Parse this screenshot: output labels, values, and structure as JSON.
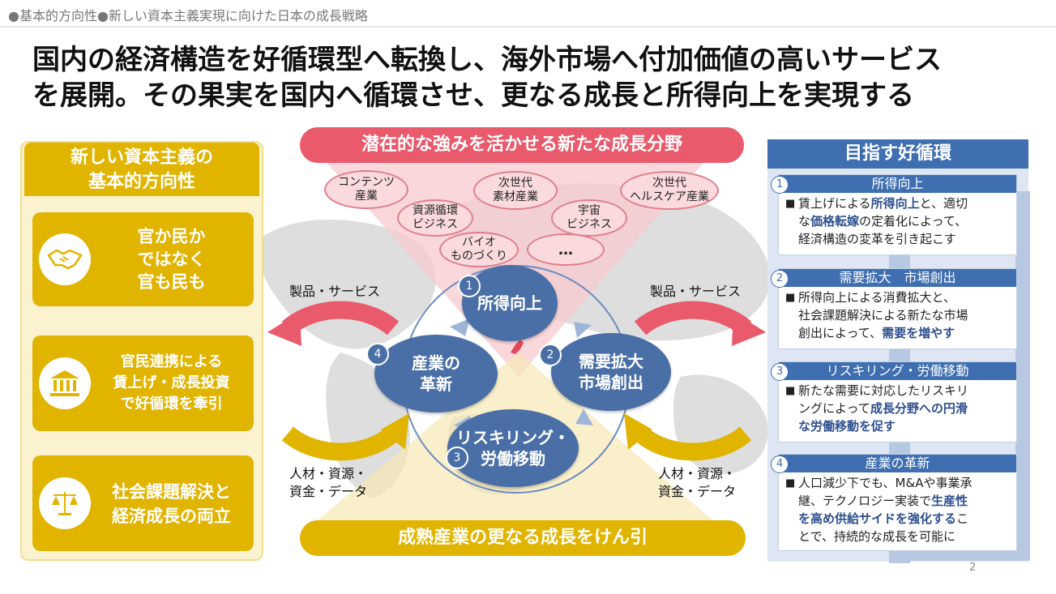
{
  "breadcrumb": "●基本的方向性●新しい資本主義実現に向けた日本の成長戦略",
  "headline": {
    "line1": "国内の経済構造を好循環型へ転換し、海外市場へ付加価値の高いサービス",
    "line2": "を展開。その果実を国内へ循環させ、更なる成長と所得向上を実現する"
  },
  "left": {
    "title_line1": "新しい資本主義の",
    "title_line2": "基本的方向性",
    "cards": [
      {
        "icon": "handshake-icon",
        "lines": [
          "官か民か",
          "ではなく",
          "官も民も"
        ]
      },
      {
        "icon": "bank-building-icon",
        "lines": [
          "官民連携による",
          "賃上げ・成長投資",
          "で好循環を牽引"
        ]
      },
      {
        "icon": "scales-icon",
        "lines": [
          "社会課題解決と",
          "経済成長の両立"
        ]
      }
    ]
  },
  "center": {
    "top_banner": "潜在的な強みを活かせる新たな成長分野",
    "bottom_banner": "成熟産業の更なる成長をけん引",
    "bubbles": [
      {
        "lines": [
          "コンテンツ",
          "産業"
        ]
      },
      {
        "lines": [
          "次世代",
          "素材産業"
        ]
      },
      {
        "lines": [
          "次世代",
          "ヘルスケア産業"
        ]
      },
      {
        "lines": [
          "資源循環",
          "ビジネス"
        ]
      },
      {
        "lines": [
          "宇宙",
          "ビジネス"
        ]
      },
      {
        "lines": [
          "バイオ",
          "ものづくり"
        ]
      },
      {
        "lines": [
          "…"
        ]
      }
    ],
    "nodes": [
      {
        "num": "1",
        "lines": [
          "所得向上"
        ]
      },
      {
        "num": "2",
        "lines": [
          "需要拡大",
          "市場創出"
        ]
      },
      {
        "num": "3",
        "lines": [
          "リスキリング・",
          "労働移動"
        ]
      },
      {
        "num": "4",
        "lines": [
          "産業の",
          "革新"
        ]
      }
    ],
    "left_top_label": "製品・サービス",
    "right_top_label": "製品・サービス",
    "left_bottom_label": [
      "人材・資源・",
      "資金・データ"
    ],
    "right_bottom_label": [
      "人材・資源・",
      "資金・データ"
    ],
    "colors": {
      "pink": "#e85a6c",
      "gold": "#e1b400",
      "blue": "#4a6fa6"
    }
  },
  "right": {
    "title": "目指す好循環",
    "sections": [
      {
        "num": "1",
        "title": "所得向上",
        "lines": [
          [
            "賃上げによる",
            {
              "em": "所得向上"
            },
            "と、適切"
          ],
          [
            "な",
            {
              "em": "価格転嫁"
            },
            "の定着化によって、"
          ],
          [
            "経済構造の変革を引き起こす"
          ]
        ]
      },
      {
        "num": "2",
        "title": "需要拡大　市場創出",
        "lines": [
          [
            "所得向上による消費拡大と、"
          ],
          [
            "社会課題解決による新たな市場"
          ],
          [
            "創出によって、",
            {
              "em": "需要を増やす"
            }
          ]
        ]
      },
      {
        "num": "3",
        "title": "リスキリング・労働移動",
        "lines": [
          [
            "新たな需要に対応したリスキリ"
          ],
          [
            "ングによって",
            {
              "em": "成長分野への円滑"
            }
          ],
          [
            {
              "em": "な労働移動を促す"
            }
          ]
        ]
      },
      {
        "num": "4",
        "title": "産業の革新",
        "lines": [
          [
            "人口減少下でも、M&Aや事業承"
          ],
          [
            "継、テクノロジー実装で",
            {
              "em": "生産性"
            }
          ],
          [
            {
              "em": "を高め供給サイドを強化する"
            },
            "こ"
          ],
          [
            "とで、持続的な成長を可能に"
          ]
        ]
      }
    ],
    "bullet": "■",
    "accent": "#3f6fb0"
  },
  "page_number": "2"
}
